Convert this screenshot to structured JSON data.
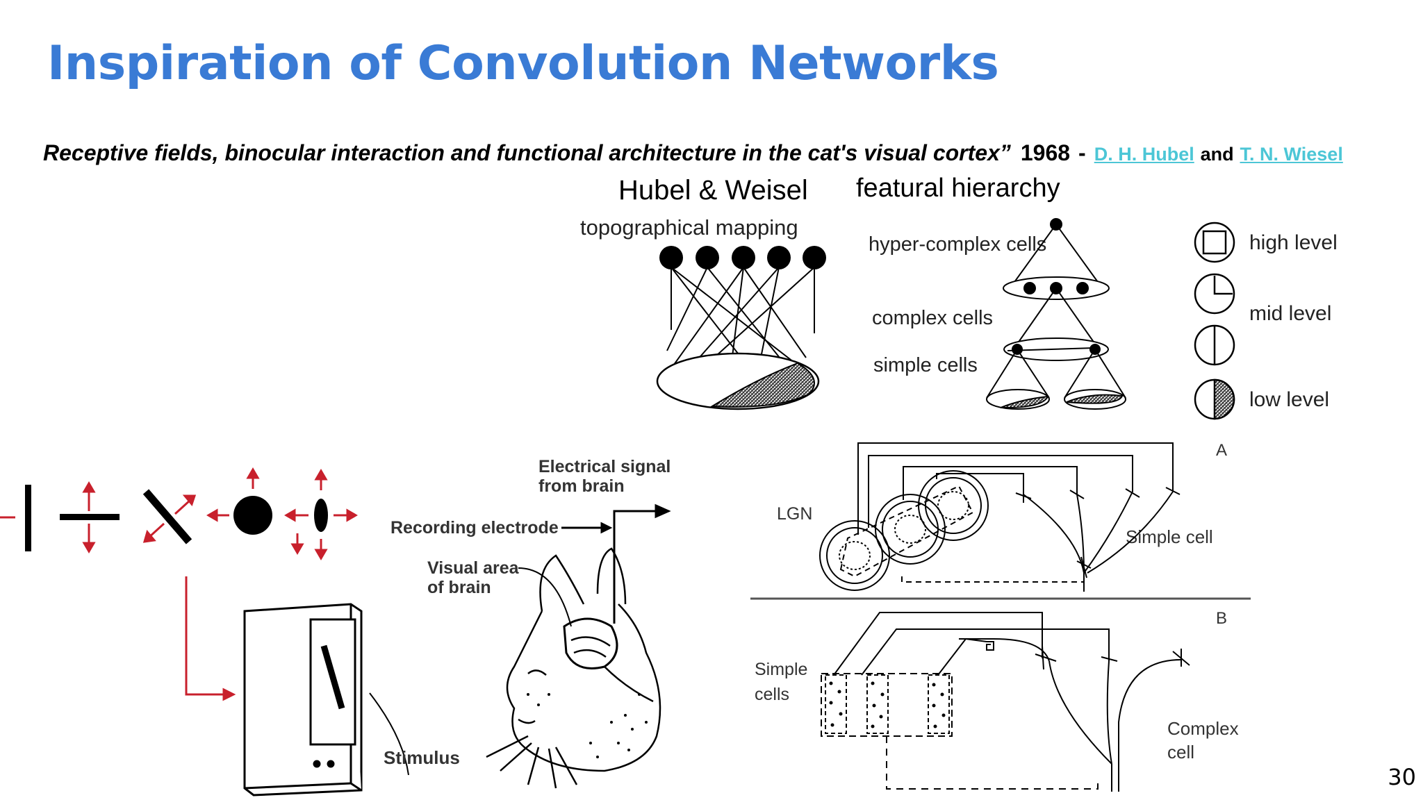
{
  "slide": {
    "title": "Inspiration of Convolution Networks",
    "page_number": "30"
  },
  "citation": {
    "paper_title": "Receptive fields, binocular interaction and functional architecture in the cat's visual cortex”",
    "year": "1968",
    "separator": "-",
    "author1": "D. H. Hubel",
    "conjunction": "and",
    "author2": "T. N. Wiesel"
  },
  "figure_hierarchy": {
    "left_title": "Hubel & Weisel",
    "left_subtitle": "topographical mapping",
    "right_title": "featural hierarchy",
    "labels": [
      "hyper-complex cells",
      "complex cells",
      "simple cells"
    ],
    "levels": [
      "high level",
      "mid level",
      "low level"
    ]
  },
  "figure_experiment": {
    "electrical_signal": "Electrical signal from brain",
    "recording_electrode": "Recording electrode",
    "visual_area": "Visual area of brain",
    "stimulus": "Stimulus"
  },
  "figure_circuit": {
    "panel_a": "A",
    "panel_b": "B",
    "lgn": "LGN",
    "simple_cell": "Simple cell",
    "simple_cells": "Simple cells",
    "complex_cell": "Complex cell"
  },
  "colors": {
    "title": "#3a7bd5",
    "link": "#4cc6d6",
    "arrow_red": "#c8202c"
  }
}
